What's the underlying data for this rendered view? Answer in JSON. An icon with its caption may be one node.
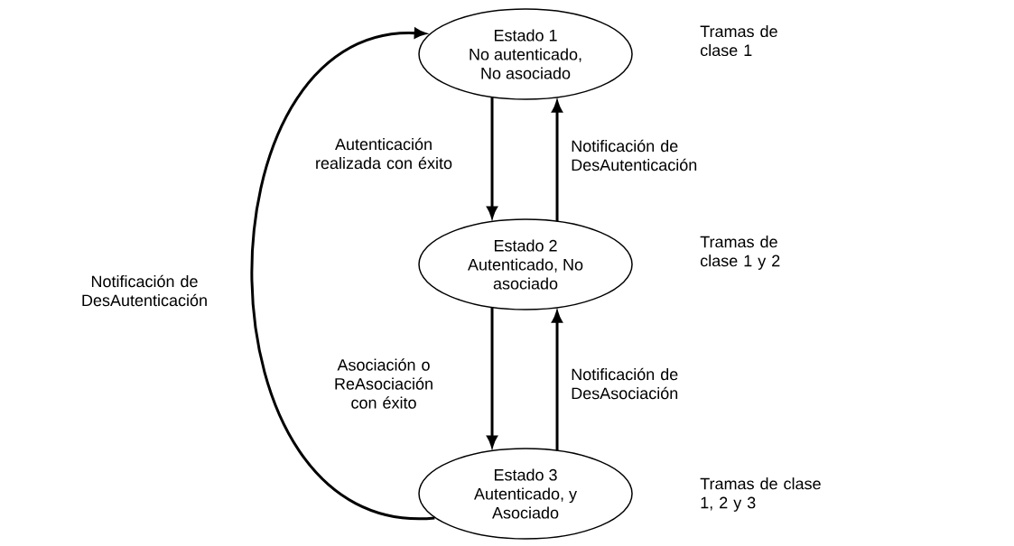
{
  "diagram": {
    "nodes": [
      {
        "text": [
          "Estado 1",
          "No autenticado, No asociado"
        ]
      },
      {
        "text": [
          "Estado 2",
          "Autenticado, No asociado"
        ]
      },
      {
        "text": [
          "Estado 3",
          "Autenticado, y Asociado"
        ]
      }
    ],
    "labels": [
      "Tramas de clase 1",
      "Tramas de clase 1 y 2",
      "Tramas de clase 1, 2 y 3"
    ],
    "edges": [
      {
        "from": 0,
        "to": 1,
        "arrow": "to",
        "label": "Autenticación realizada con éxito"
      },
      {
        "from": 1,
        "to": 0,
        "arrow": "to",
        "label": "Notificación de DesAutenticación"
      },
      {
        "from": 1,
        "to": 2,
        "arrow": "to",
        "label": "Asociación o ReAsociación con éxito"
      },
      {
        "from": 2,
        "to": 1,
        "arrow": "to",
        "label": "Notificación de DesAsociación"
      },
      {
        "from": 2,
        "to": 0,
        "arrow": "to",
        "label": "Notificación de DesAutenticación"
      }
    ]
  }
}
